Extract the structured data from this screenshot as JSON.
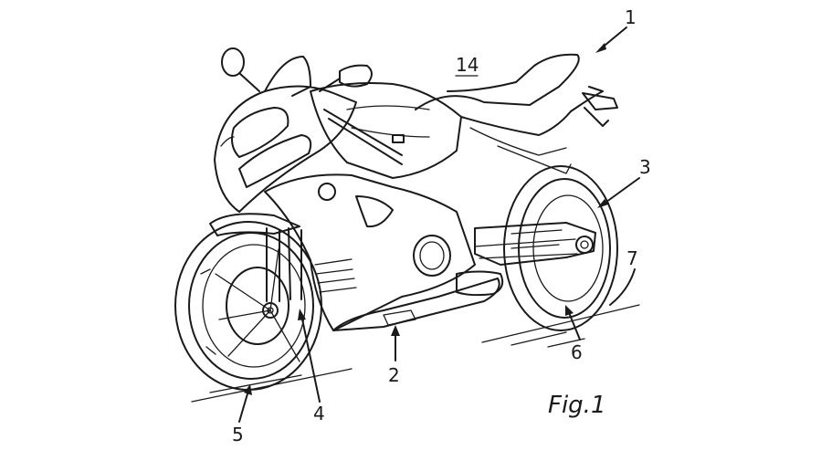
{
  "figure": {
    "caption": "Fig.1",
    "labels": {
      "vehicle": "1",
      "fairing": "2",
      "rear_wheel_hub": "3",
      "front_fork": "4",
      "front_tire": "5",
      "rear_tire": "6",
      "ground": "7",
      "body": "14"
    }
  }
}
